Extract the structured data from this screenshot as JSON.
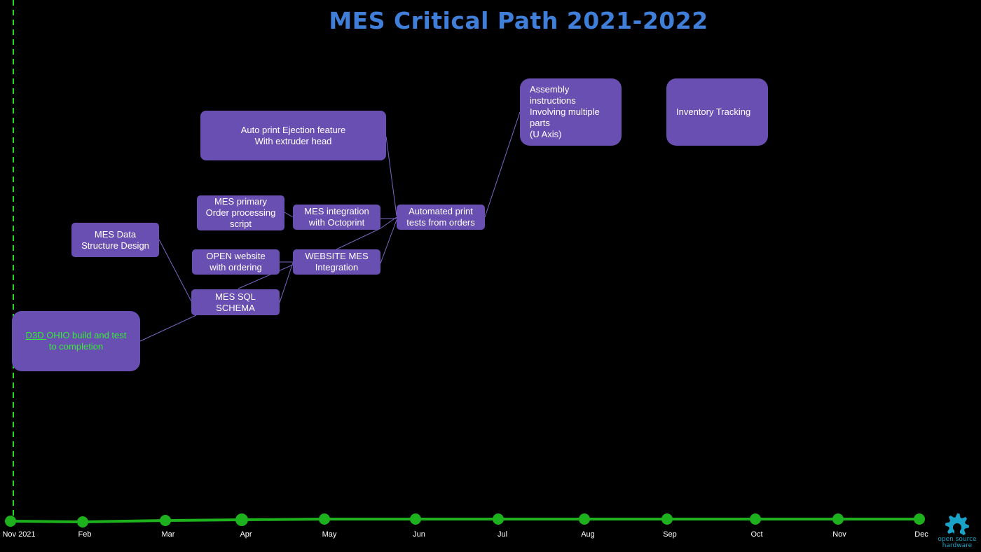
{
  "title": "MES Critical Path 2021-2022",
  "colors": {
    "background": "#000000",
    "title": "#3f7fd9",
    "box": "#6a4fb3",
    "connector": "#7a68c8",
    "timeline": "#1db11d",
    "dashed_line": "#22dd22",
    "logo": "#1aa3c9"
  },
  "boxes": {
    "d3d_ohio": {
      "link": "D3D ",
      "text": "OHIO build and test\nto completion"
    },
    "data_structure": {
      "text": "MES Data\nStructure Design"
    },
    "sql_schema": {
      "text": "MES SQL\nSCHEMA"
    },
    "open_website": {
      "text": "OPEN website\nwith ordering"
    },
    "order_script": {
      "text": "MES primary\nOrder processing\nscript"
    },
    "mes_octoprint": {
      "text": "MES integration\nwith Octoprint"
    },
    "website_mes": {
      "text": "WEBSITE MES\nIntegration"
    },
    "auto_eject": {
      "text": "Auto print Ejection feature\nWith extruder head"
    },
    "automated_tests": {
      "text": "Automated print\ntests from orders"
    },
    "assembly": {
      "text": "Assembly\ninstructions\nInvolving multiple\nparts\n(U Axis)"
    },
    "inventory": {
      "text": "Inventory Tracking"
    }
  },
  "timeline": {
    "months": [
      "Nov 2021",
      "Feb",
      "Mar",
      "Apr",
      "May",
      "Jun",
      "Jul",
      "Aug",
      "Sep",
      "Oct",
      "Nov",
      "Dec"
    ]
  },
  "logo": {
    "icon": "gear-icon",
    "text": "open source\nhardware"
  }
}
